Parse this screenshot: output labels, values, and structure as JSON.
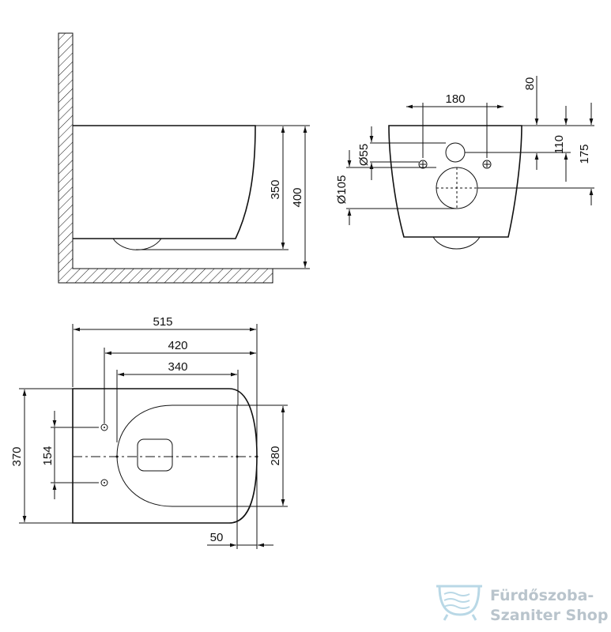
{
  "side_view": {
    "dim_350": "350",
    "dim_400": "400"
  },
  "rear_view": {
    "dim_180": "180",
    "dim_80": "80",
    "dim_110": "110",
    "dim_175": "175",
    "dim_d55": "Ø55",
    "dim_d105": "Ø105"
  },
  "top_view": {
    "dim_515": "515",
    "dim_420": "420",
    "dim_340": "340",
    "dim_370": "370",
    "dim_154": "154",
    "dim_280": "280",
    "dim_50": "50"
  },
  "watermark": {
    "line1": "Fürdőszoba-",
    "line2": "Szaniter Shop"
  }
}
